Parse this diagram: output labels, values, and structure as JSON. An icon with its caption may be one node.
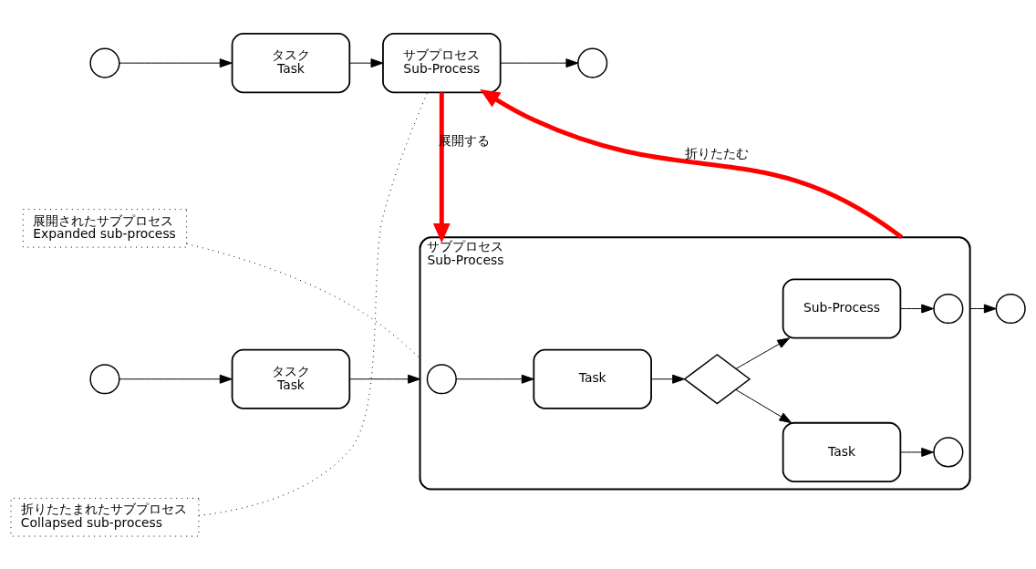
{
  "diagram": {
    "nodes": [
      {
        "text": [],
        "shape": "circle"
      },
      {
        "text": [
          "タスク",
          "Task"
        ]
      },
      {
        "text": [
          "サブプロセス",
          "Sub-Process"
        ]
      },
      {
        "text": [],
        "shape": "circle"
      },
      {
        "text": [
          "折りたたまれたサブプロセス",
          "Collapsed sub-process"
        ]
      },
      {
        "text": [
          "展開されたサブプロセス",
          "Expanded sub-process"
        ]
      },
      {
        "text": [],
        "shape": "circle"
      },
      {
        "text": [
          "タスク",
          "Task"
        ]
      },
      {
        "text": [
          "サブプロセス",
          "Sub-Process"
        ]
      },
      {
        "text": [],
        "shape": "circle",
        "in": 8
      },
      {
        "text": [
          "Task"
        ],
        "in": 8
      },
      {
        "text": [],
        "shape": "diamond",
        "in": 8
      },
      {
        "text": [
          "Task"
        ],
        "in": 8
      },
      {
        "text": [],
        "shape": "circle",
        "in": 8
      },
      {
        "text": [
          "Sub-Process"
        ],
        "in": 8
      },
      {
        "text": [],
        "shape": "circle",
        "in": 8
      },
      {
        "text": [],
        "shape": "circle"
      }
    ],
    "edges": [
      {
        "from": 0,
        "to": 1,
        "arrow": "to"
      },
      {
        "from": 1,
        "to": 2,
        "arrow": "to"
      },
      {
        "from": 2,
        "to": 3,
        "arrow": "to"
      },
      {
        "from": 4,
        "to": 2,
        "arrow": "none",
        "style": "dashed"
      },
      {
        "from": 2,
        "to": 8,
        "arrow": "to",
        "label": "展開する",
        "style": "thick",
        "color": "#ff0000"
      },
      {
        "from": 8,
        "to": 2,
        "arrow": "to",
        "label": "折りたたむ",
        "style": "thick",
        "color": "#ff0000"
      },
      {
        "from": 5,
        "to": 8,
        "arrow": "none",
        "style": "dashed"
      },
      {
        "from": 6,
        "to": 7,
        "arrow": "to"
      },
      {
        "from": 7,
        "to": 8,
        "arrow": "to"
      },
      {
        "from": 9,
        "to": 10,
        "arrow": "to"
      },
      {
        "from": 10,
        "to": 11,
        "arrow": "to"
      },
      {
        "from": 11,
        "to": 12,
        "arrow": "to"
      },
      {
        "from": 12,
        "to": 13,
        "arrow": "to"
      },
      {
        "from": 11,
        "to": 14,
        "arrow": "to"
      },
      {
        "from": 14,
        "to": 15,
        "arrow": "to"
      },
      {
        "from": 8,
        "to": 16,
        "arrow": "to"
      }
    ]
  }
}
